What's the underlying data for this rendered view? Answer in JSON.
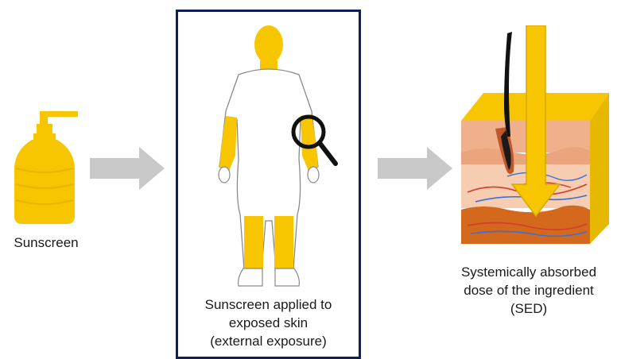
{
  "colors": {
    "sunscreen_yellow": "#F7C600",
    "arrow_gray": "#C8C8C8",
    "panel_border": "#0F1F5C",
    "skin_light": "#F6CDB0",
    "skin_mid": "#F0B08C",
    "skin_dark": "#D4691E"
  },
  "steps": [
    {
      "label": "Sunscreen",
      "icon": "sunscreen-bottle-icon"
    },
    {
      "label_lines": [
        "Sunscreen applied to",
        "exposed skin",
        "(external exposure)"
      ],
      "icon": "human-body-icon"
    },
    {
      "label_lines": [
        "Systemically absorbed",
        "dose of the ingredient",
        "(SED)"
      ],
      "icon": "skin-cross-section-icon"
    }
  ],
  "arrows": [
    "arrow-right-icon",
    "arrow-right-icon"
  ]
}
